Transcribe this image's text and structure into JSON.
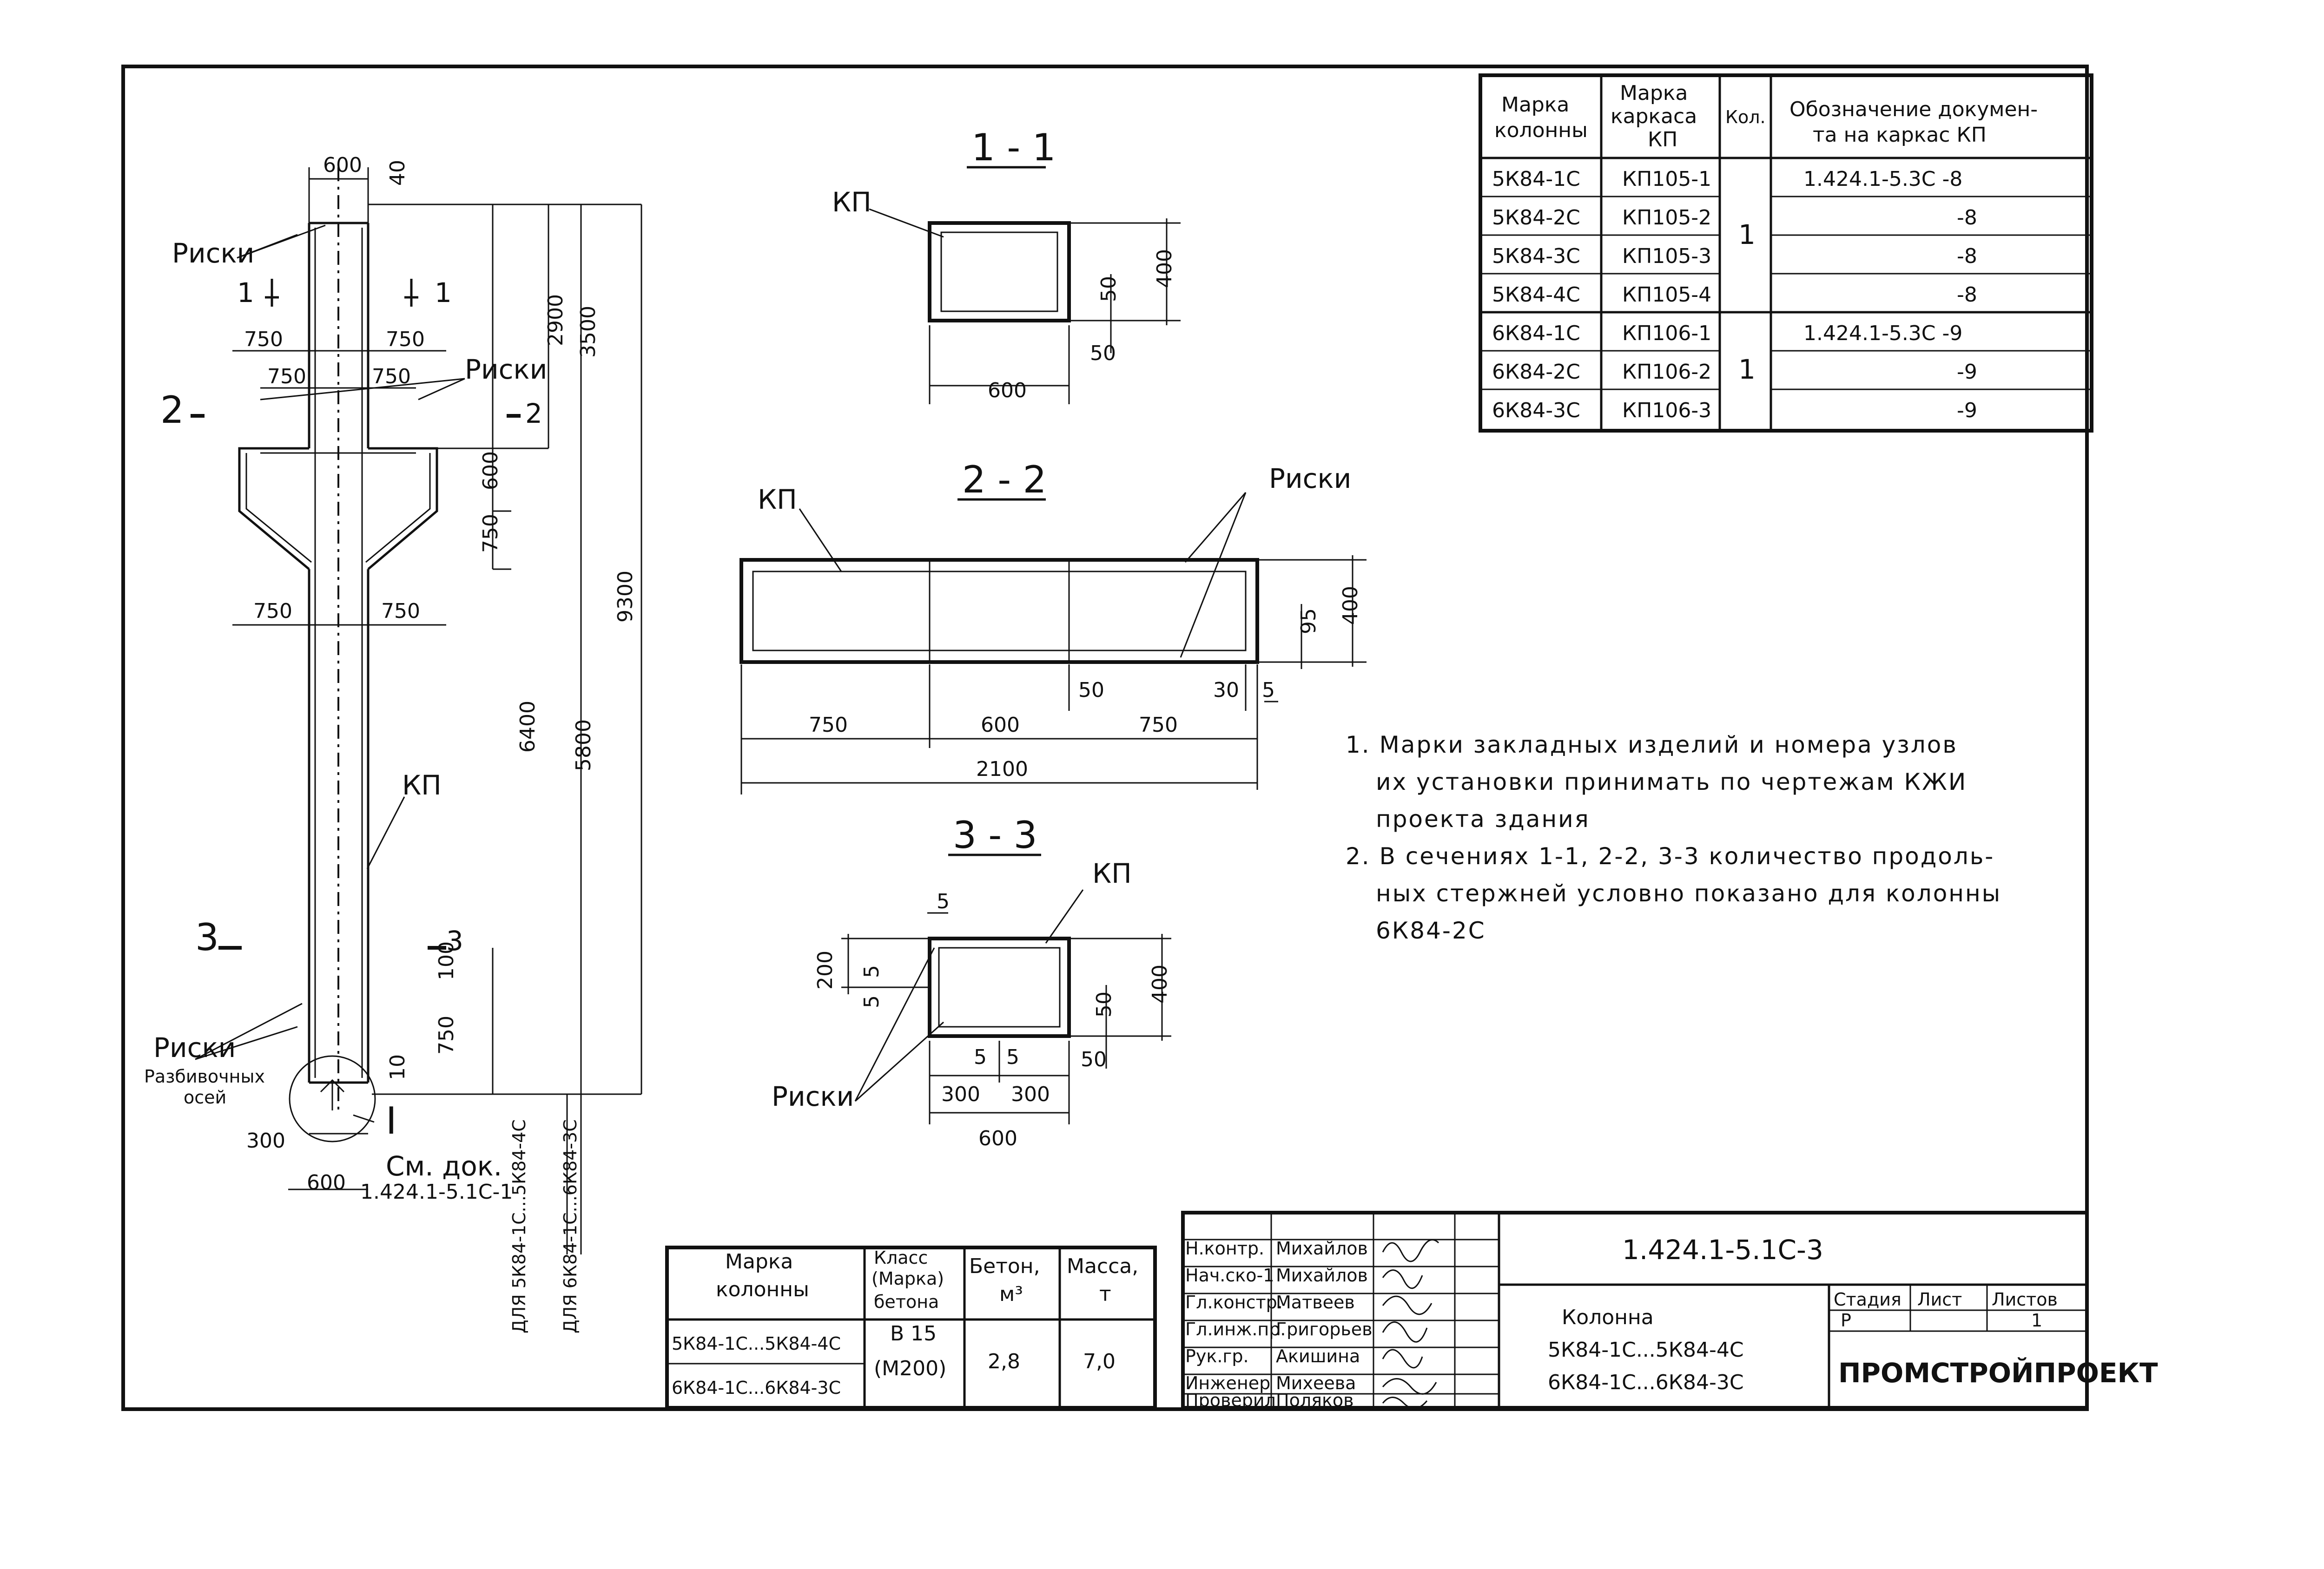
{
  "marks": {
    "riski": "Риски",
    "kp": "КП",
    "axes": [
      "Разбивочных",
      "осей"
    ],
    "see_doc": [
      "См. док.",
      "1.424.1-5.1С-1"
    ],
    "t_mark": "I",
    "for1": "ДЛЯ 5К84-1С...5К84-4С",
    "for2": "ДЛЯ 6К84-1С...6К84-3С"
  },
  "elevation": {
    "cut_1": "1",
    "cut_2": "2",
    "cut_3": "3",
    "dims": {
      "top_width": "600",
      "top_offset": "40",
      "side_750_a": "750",
      "side_750_b": "750",
      "side_750_c": "750",
      "side_750_d": "750",
      "side_750_e": "750",
      "side_750_f": "750",
      "h2900": "2900",
      "h3500": "3500",
      "h600": "600",
      "h750": "750",
      "h9300": "9300",
      "h6400": "6400",
      "h5800": "5800",
      "h100": "100",
      "h750b": "750",
      "h10": "10",
      "bot300": "300",
      "bot600": "600"
    }
  },
  "section_11": {
    "title": "1 - 1",
    "kp": "КП",
    "d50a": "50",
    "d400": "400",
    "d50b": "50",
    "d600": "600"
  },
  "section_22": {
    "title": "2 - 2",
    "kp": "КП",
    "riski": "Риски",
    "d95": "95",
    "d400": "400",
    "d50": "50",
    "d30": "30",
    "d5": "5",
    "d750a": "750",
    "d600": "600",
    "d750b": "750",
    "d2100": "2100"
  },
  "section_33": {
    "title": "3 - 3",
    "kp": "КП",
    "riski": "Риски",
    "d5top": "5",
    "d200": "200",
    "d5a": "5",
    "d5b": "5",
    "d400": "400",
    "d50": "50",
    "d5c": "5",
    "d5d": "5",
    "d50b": "50",
    "d300a": "300",
    "d300b": "300",
    "d600": "600"
  },
  "notes": [
    "1. Марки закладных изделий и номера узлов",
    "их установки принимать по чертежам КЖИ",
    "проекта здания",
    "2. В сечениях 1-1, 2-2, 3-3 количество продоль-",
    "ных стержней условно показано для колонны",
    "6К84-2С"
  ],
  "frame_table": {
    "headers": [
      "Марка колонны",
      "Марка каркаса КП",
      "Кол.",
      "Обозначение докумен- та на каркас КП"
    ],
    "header_lines": [
      [
        "Марка",
        "колонны"
      ],
      [
        "Марка",
        "каркаса",
        "КП"
      ],
      [
        "Кол."
      ],
      [
        "Обозначение докумен-",
        "та на каркас КП"
      ]
    ],
    "rows": [
      [
        "5К84-1С",
        "КП105-1",
        "1.424.1-5.3С -8"
      ],
      [
        "5К84-2С",
        "КП105-2",
        "-8"
      ],
      [
        "5К84-3С",
        "КП105-3",
        "-8"
      ],
      [
        "5К84-4С",
        "КП105-4",
        "-8"
      ],
      [
        "6К84-1С",
        "КП106-1",
        "1.424.1-5.3С -9"
      ],
      [
        "6К84-2С",
        "КП106-2",
        "-9"
      ],
      [
        "6К84-3С",
        "КП106-3",
        "-9"
      ]
    ],
    "qty": [
      "1",
      "1"
    ]
  },
  "spec_table": {
    "h_mark": [
      "Марка",
      "колонны"
    ],
    "h_class": [
      "Класс",
      "(Марка)",
      "бетона"
    ],
    "h_concrete": [
      "Бетон,",
      "м³"
    ],
    "h_mass": [
      "Масса,",
      "т"
    ],
    "row1": "5К84-1С...5К84-4С",
    "row2": "6К84-1С...6К84-3С",
    "class": [
      "В 15",
      "(М200)"
    ],
    "concrete": "2,8",
    "mass": "7,0"
  },
  "title_block": {
    "signers": [
      [
        "Н.контр.",
        "Михайлов"
      ],
      [
        "Нач.ско-1",
        "Михайлов"
      ],
      [
        "Гл.констр.",
        "Матвеев"
      ],
      [
        "Гл.инж.пр.",
        "Григорьев"
      ],
      [
        "Рук.гр.",
        "Акишина"
      ],
      [
        "Инженер",
        "Михеева"
      ],
      [
        "Проверил",
        "Поляков"
      ]
    ],
    "doc_code": "1.424.1-5.1С-3",
    "product": [
      "Колонна",
      "5К84-1С...5К84-4С",
      "6К84-1С...6К84-3С"
    ],
    "stage_h": "Стадия",
    "sheet_h": "Лист",
    "sheets_h": "Листов",
    "stage": "Р",
    "sheet": "",
    "sheets": "1",
    "org": "ПРОМСТРОЙПРОЕКТ"
  }
}
